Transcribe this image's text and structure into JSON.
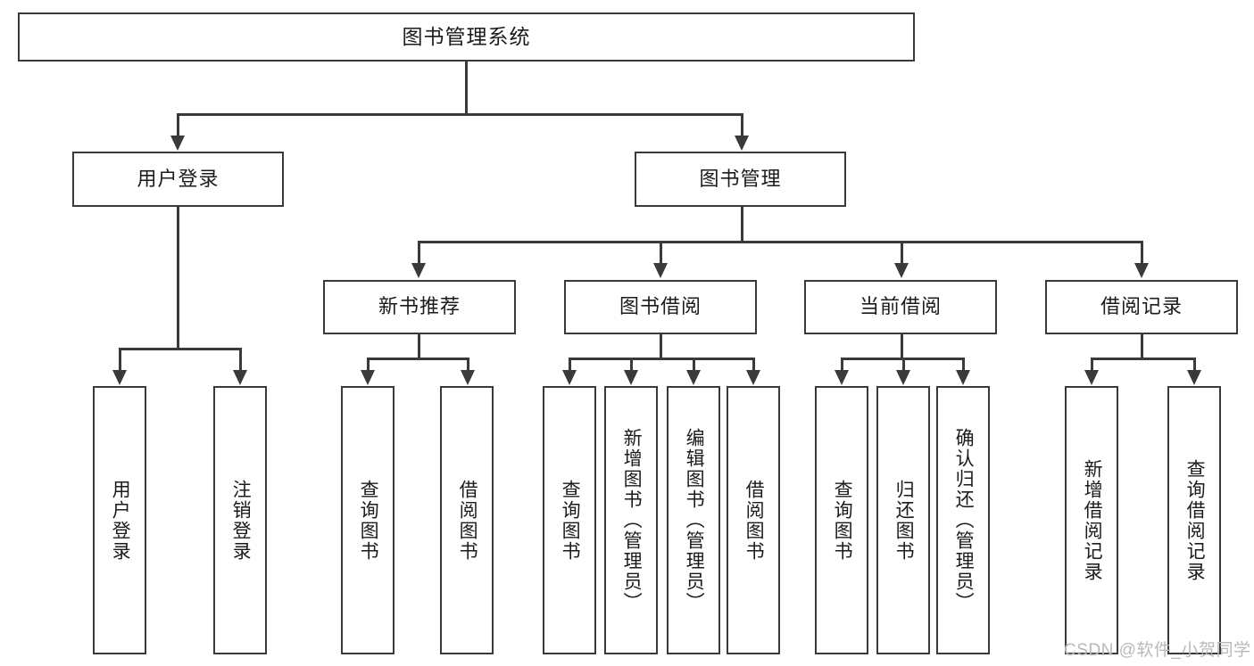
{
  "diagram": {
    "title_box": {
      "label": "图书管理系统"
    },
    "level2": [
      {
        "id": "user-login",
        "label": "用户登录"
      },
      {
        "id": "book-manage",
        "label": "图书管理"
      }
    ],
    "level3": [
      {
        "id": "new-book-recommend",
        "label": "新书推荐"
      },
      {
        "id": "book-borrow",
        "label": "图书借阅"
      },
      {
        "id": "current-borrow",
        "label": "当前借阅"
      },
      {
        "id": "borrow-record",
        "label": "借阅记录"
      }
    ],
    "leaves": {
      "user_login": [
        {
          "id": "leaf-user-login",
          "label": "用户登录"
        },
        {
          "id": "leaf-user-logout",
          "label": "注销登录"
        }
      ],
      "new_book_recommend": [
        {
          "id": "leaf-query-book-1",
          "label": "查询图书"
        },
        {
          "id": "leaf-borrow-book-1",
          "label": "借阅图书"
        }
      ],
      "book_borrow": [
        {
          "id": "leaf-query-book-2",
          "label": "查询图书"
        },
        {
          "id": "leaf-add-book",
          "label": "新增图书（管理员）"
        },
        {
          "id": "leaf-edit-book",
          "label": "编辑图书（管理员）"
        },
        {
          "id": "leaf-borrow-book-2",
          "label": "借阅图书"
        }
      ],
      "current_borrow": [
        {
          "id": "leaf-query-book-3",
          "label": "查询图书"
        },
        {
          "id": "leaf-return-book",
          "label": "归还图书"
        },
        {
          "id": "leaf-confirm-return",
          "label": "确认归还（管理员）"
        }
      ],
      "borrow_record": [
        {
          "id": "leaf-add-record",
          "label": "新增借阅记录"
        },
        {
          "id": "leaf-query-record",
          "label": "查询借阅记录"
        }
      ]
    },
    "watermark": "CSDN @软件_小贺同学",
    "colors": {
      "stroke": "#3a3a3a",
      "fill": "#ffffff",
      "text": "#1b1b1b",
      "watermark": "#b9b9b9"
    }
  }
}
